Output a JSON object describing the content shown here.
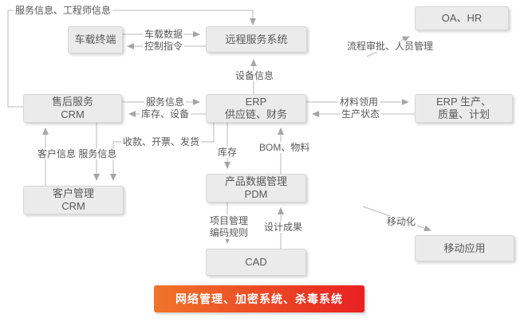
{
  "diagram": {
    "nodes": {
      "vehicle_terminal": {
        "label": "车载终端"
      },
      "remote_service": {
        "label": "远程服务系统"
      },
      "oa_hr": {
        "label": "OA、HR"
      },
      "after_sales_crm": {
        "line1": "售后服务",
        "line2": "CRM"
      },
      "erp_supply": {
        "line1": "ERP",
        "line2": "供应链、财务"
      },
      "erp_production": {
        "line1": "ERP 生产、",
        "line2": "质量、计划"
      },
      "customer_crm": {
        "line1": "客户管理",
        "line2": "CRM"
      },
      "pdm": {
        "line1": "产品数据管理",
        "line2": "PDM"
      },
      "cad": {
        "label": "CAD"
      },
      "mobile_app": {
        "label": "移动应用"
      }
    },
    "edge_labels": {
      "service_engineer_info": "服务信息、工程师信息",
      "vehicle_data": "车载数据",
      "control_command": "控制指令",
      "process_approval": "流程审批、人员管理",
      "device_info": "设备信息",
      "service_info": "服务信息",
      "inventory_equipment": "库存、设备",
      "material_requisition": "材料领用",
      "production_status": "生产状态",
      "customer_service_info": "客户信息 服务信息",
      "payment_invoice_delivery": "收款、开票、发货",
      "inventory": "库存",
      "bom_material": "BOM、物料",
      "project_mgmt": "项目管理",
      "coding_rules": "编码规则",
      "design_results": "设计成果",
      "mobilization": "移动化"
    },
    "banner": {
      "label": "网络管理、加密系统、杀毒系统"
    },
    "colors": {
      "box_fill": "#EBEBEB",
      "box_border": "#D6D6D6",
      "text": "#595959",
      "line": "#B9B9B9",
      "arrow": "#A6A6A6",
      "banner_gradient_start": "#F0752A",
      "banner_gradient_end": "#E92121",
      "banner_text": "#FFFFFF"
    }
  }
}
